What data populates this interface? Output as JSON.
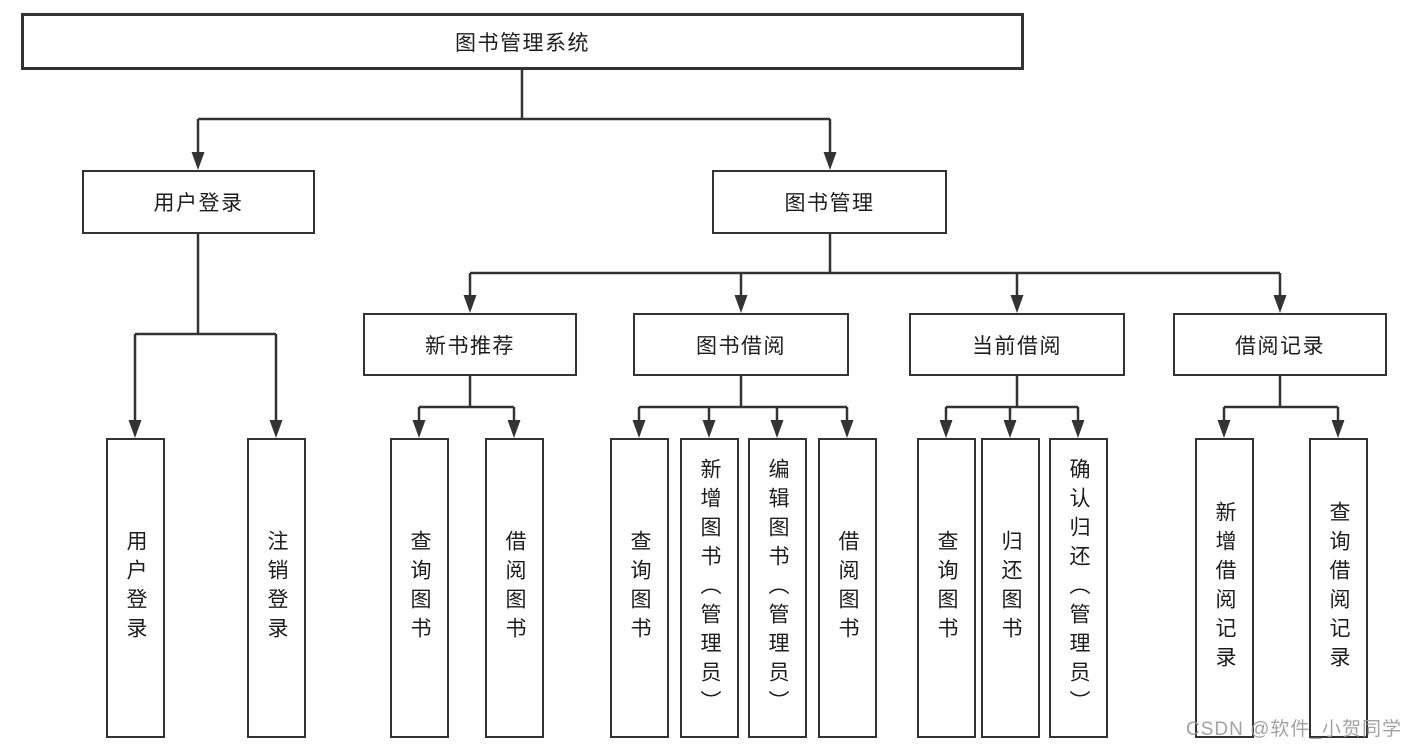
{
  "diagram": {
    "type": "hierarchy-tree",
    "tree": {
      "label": "图书管理系统",
      "children": [
        {
          "label": "用户登录",
          "children": [
            {
              "label": "用户登录"
            },
            {
              "label": "注销登录"
            }
          ]
        },
        {
          "label": "图书管理",
          "children": [
            {
              "label": "新书推荐",
              "children": [
                {
                  "label": "查询图书"
                },
                {
                  "label": "借阅图书"
                }
              ]
            },
            {
              "label": "图书借阅",
              "children": [
                {
                  "label": "查询图书"
                },
                {
                  "label": "新增图书（管理员）"
                },
                {
                  "label": "编辑图书（管理员）"
                },
                {
                  "label": "借阅图书"
                }
              ]
            },
            {
              "label": "当前借阅",
              "children": [
                {
                  "label": "查询图书"
                },
                {
                  "label": "归还图书"
                },
                {
                  "label": "确认归还（管理员）"
                }
              ]
            },
            {
              "label": "借阅记录",
              "children": [
                {
                  "label": "新增借阅记录"
                },
                {
                  "label": "查询借阅记录"
                }
              ]
            }
          ]
        }
      ]
    },
    "colors": {
      "line": "#333333",
      "box_border": "#333333",
      "box_fill": "#ffffff",
      "text": "#1d1d1d",
      "watermark": "#9b9b9b",
      "background": "#ffffff"
    }
  },
  "watermark": {
    "text": "CSDN @软件_小贺同学"
  }
}
